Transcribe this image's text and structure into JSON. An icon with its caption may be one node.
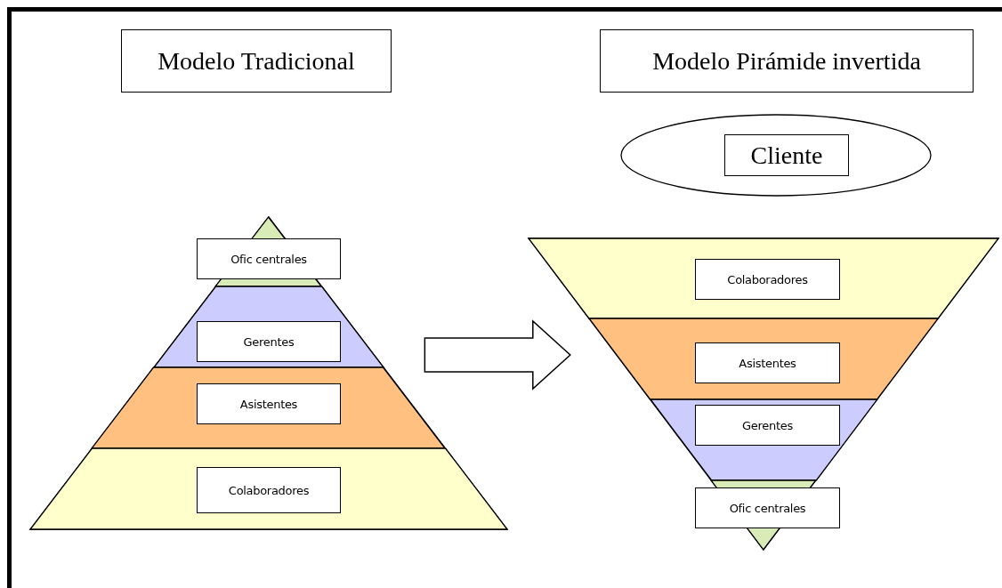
{
  "diagram": {
    "nodes": [
      {
        "text": [
          "Modelo Tradicional"
        ]
      },
      {
        "text": [
          "Modelo Pirámide invertida"
        ]
      },
      {
        "text": [],
        "shape": "ellipse"
      },
      {
        "text": [
          "Cliente"
        ],
        "in": 2
      },
      {
        "text": [],
        "shape": "pyramid"
      },
      {
        "text": [],
        "shape": "triangle",
        "in": 4
      },
      {
        "text": [
          "Ofic centrales"
        ],
        "in": 4
      },
      {
        "text": [],
        "shape": "band",
        "in": 4
      },
      {
        "text": [
          "Gerentes"
        ],
        "in": 7
      },
      {
        "text": [],
        "shape": "band",
        "in": 4
      },
      {
        "text": [
          "Asistentes"
        ],
        "in": 9
      },
      {
        "text": [],
        "shape": "band",
        "in": 4
      },
      {
        "text": [
          "Colaboradores"
        ],
        "in": 11
      },
      {
        "text": [],
        "shape": "pyramid"
      },
      {
        "text": [],
        "shape": "band",
        "in": 13
      },
      {
        "text": [
          "Colaboradores"
        ],
        "in": 14
      },
      {
        "text": [],
        "shape": "band",
        "in": 13
      },
      {
        "text": [
          "Asistentes"
        ],
        "in": 16
      },
      {
        "text": [],
        "shape": "band",
        "in": 13
      },
      {
        "text": [
          "Gerentes"
        ],
        "in": 18
      },
      {
        "text": [],
        "shape": "triangle",
        "in": 13
      },
      {
        "text": [
          "Ofic centrales"
        ],
        "in": 13
      }
    ],
    "edges": [
      {
        "from": 4,
        "to": 13,
        "arrow": "to"
      }
    ]
  }
}
